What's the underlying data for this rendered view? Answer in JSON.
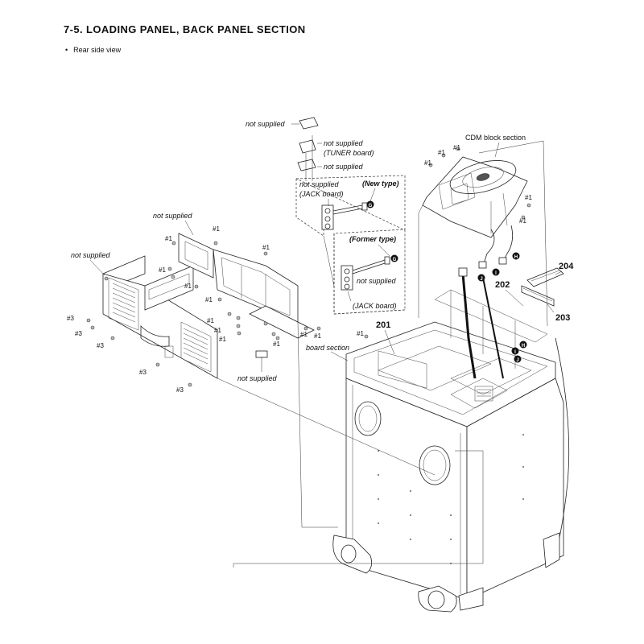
{
  "header": {
    "title": "7-5.   LOADING PANEL, BACK PANEL SECTION",
    "subtitle_bullet": "•",
    "subtitle": "Rear side view"
  },
  "labels": {
    "not_supplied_top": "not supplied",
    "not_supplied_tuner_1": "not supplied",
    "not_supplied_tuner_2": "(TUNER board)",
    "not_supplied_small": "not supplied",
    "jack_new_1": "not supplied",
    "jack_new_2": "(JACK board)",
    "new_type": "(New type)",
    "former_type": "(Former type)",
    "jack_former_1": "not supplied",
    "jack_former_2": "(JACK board)",
    "not_supplied_bracket": "not supplied",
    "not_supplied_panel": "not supplied",
    "not_supplied_bottom": "not supplied",
    "board_section": "board section",
    "cdm_block_section": "CDM block section"
  },
  "part_numbers": {
    "p201": "201",
    "p202": "202",
    "p203": "203",
    "p204": "204"
  },
  "screw_refs": {
    "s1": "#1",
    "s3": "#3"
  },
  "connectors": {
    "g": "G",
    "h": "H",
    "i": "I",
    "j": "J"
  }
}
